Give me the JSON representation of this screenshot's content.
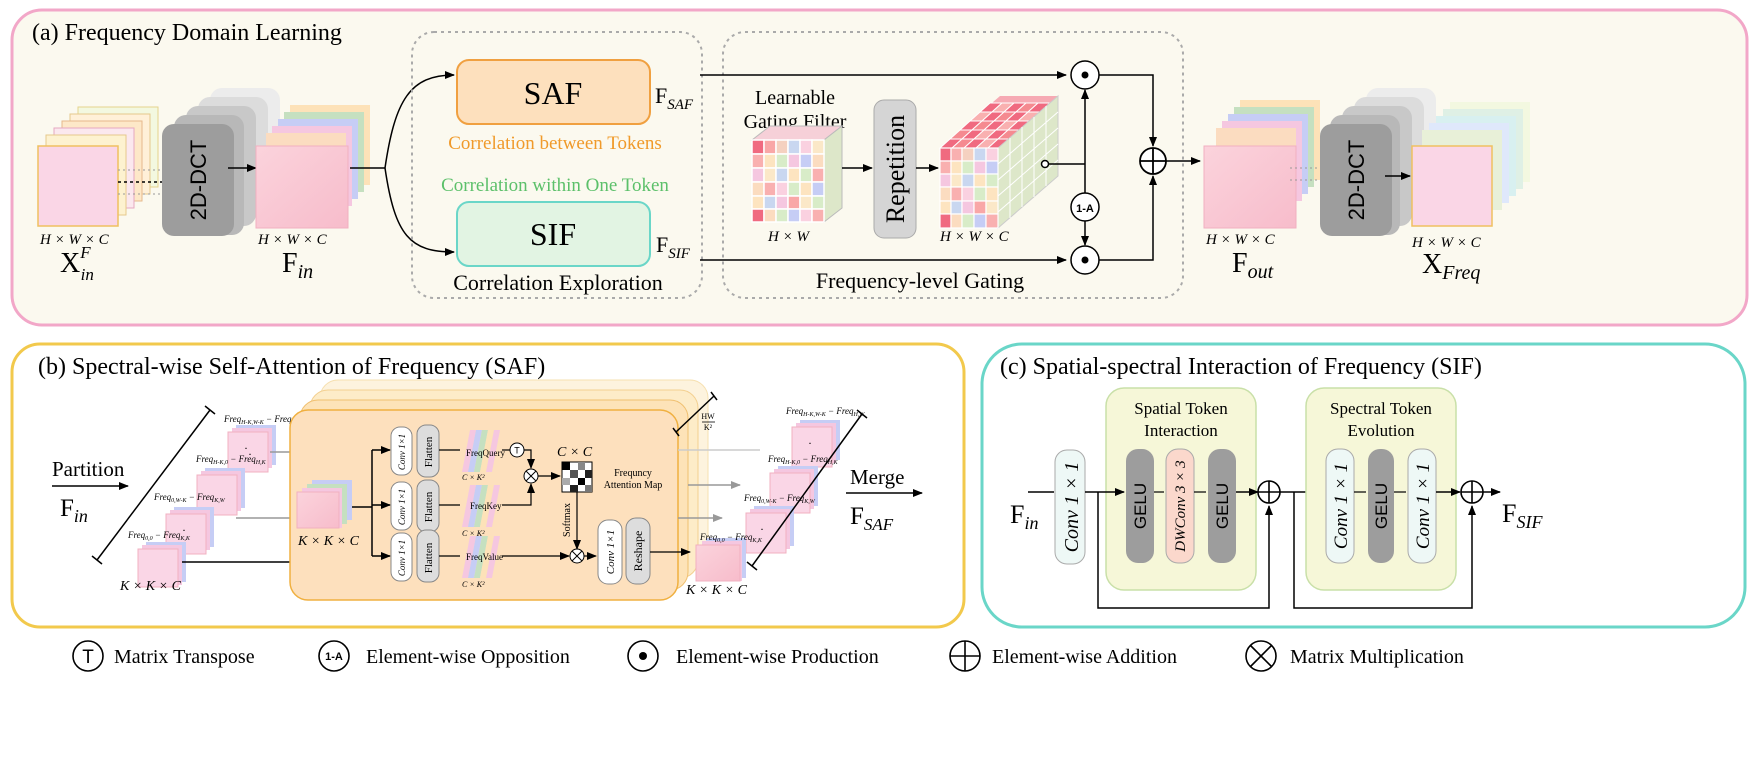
{
  "panel_a": {
    "title": "(a) Frequency Domain Learning",
    "dims": "H × W × C",
    "x_in": "X",
    "x_in_sup": "F",
    "x_in_sub": "in",
    "dct": "2D-DCT",
    "f_in": "F",
    "f_in_sub": "in",
    "saf": "SAF",
    "sif": "SIF",
    "f_saf": "F",
    "f_saf_sub": "SAF",
    "f_sif": "F",
    "f_sif_sub": "SIF",
    "corr_tokens": "Correlation between Tokens",
    "corr_within": "Correlation within One Token",
    "corr_exploration": "Correlation Exploration",
    "learnable": "Learnable",
    "gating_filter": "Gating Filter",
    "hw": "H × W",
    "repetition": "Repetition",
    "one_minus_a": "1-A",
    "freq_gating": "Frequency-level Gating",
    "f_out": "F",
    "f_out_sub": "out",
    "x_freq": "X",
    "x_freq_sub": "Freq"
  },
  "panel_b": {
    "title": "(b) Spectral-wise Self-Attention of Frequency (SAF)",
    "partition": "Partition",
    "f_in": "F",
    "f_in_sub": "in",
    "kkc": "K × K × C",
    "patch_labels": [
      "Freq",
      "Freq",
      "Freq",
      "Freq"
    ],
    "patch_subs": [
      "H-K,W-K",
      "H-K,0",
      "0,W-K",
      "0,0"
    ],
    "patch_subs2": [
      "H,W",
      "H,K",
      "K,W",
      "K,K"
    ],
    "conv": "Conv 1×1",
    "flatten": "Flatten",
    "freq_query": "FreqQuery",
    "freq_key": "FreqKey",
    "freq_value": "FreqValue",
    "ck2": "C × K²",
    "cxc": "C × C",
    "softmax": "Softmax",
    "attn_map_1": "Frequncy",
    "attn_map_2": "Attention Map",
    "reshape": "Reshape",
    "hw_over_k2_top": "HW",
    "hw_over_k2_bot": "K²",
    "merge": "Merge",
    "f_saf": "F",
    "f_saf_sub": "SAF",
    "t": "T"
  },
  "panel_c": {
    "title": "(c) Spatial-spectral Interaction of Frequency (SIF)",
    "f_in": "F",
    "f_in_sub": "in",
    "conv11": "Conv 1 × 1",
    "spatial_1": "Spatial Token",
    "spatial_2": "Interaction",
    "gelu": "GELU",
    "dwconv": "DWConv 3 × 3",
    "spectral_1": "Spectral Token",
    "spectral_2": "Evolution",
    "f_sif": "F",
    "f_sif_sub": "SIF"
  },
  "legend": {
    "transpose_sym": "T",
    "transpose": "Matrix Transpose",
    "opposition_sym": "1-A",
    "opposition": "Element-wise Opposition",
    "production": "Element-wise Production",
    "addition": "Element-wise Addition",
    "multiplication": "Matrix Multiplication"
  },
  "colors": {
    "panel_a_border": "#f2a7c8",
    "panel_a_fill": "#fbf9ef",
    "panel_b_border": "#f2c94c",
    "panel_c_border": "#6ad6c8",
    "saf_fill": "#fde0bd",
    "saf_border": "#f0a040",
    "sif_fill": "#e2f4e3",
    "sif_border": "#6ad6c8",
    "orange_text": "#f09a2a",
    "green_text": "#5cc06a"
  }
}
